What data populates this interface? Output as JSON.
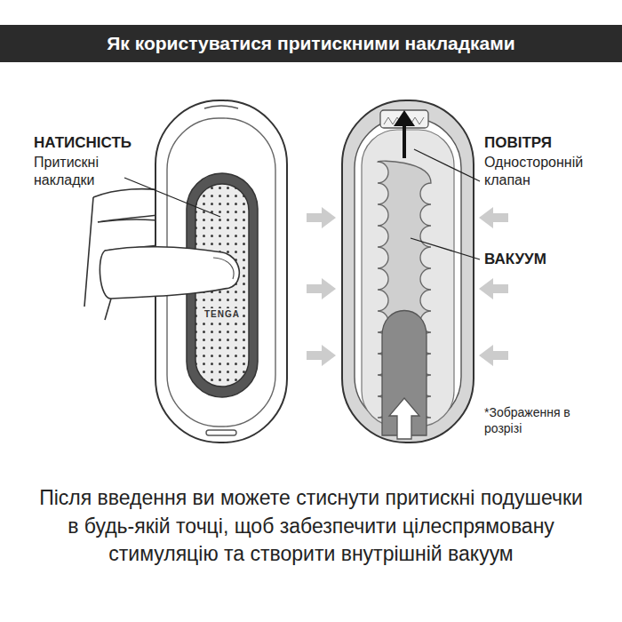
{
  "diagram": {
    "title": "Як користуватися притискними накладками",
    "caption": "Після введення ви можете стиснути притискні подушечки в будь-якій точці, щоб забезпечити цілеспрямовану стимуляцію та створити внутрішній вакуум",
    "labels": [
      "НАТИСНІСТЬ",
      "Притискні накладки",
      "ПОВІТРЯ",
      "Односторонній клапан",
      "ВАКУУМ",
      "*Зображення в розрізі",
      "TENGA"
    ]
  }
}
